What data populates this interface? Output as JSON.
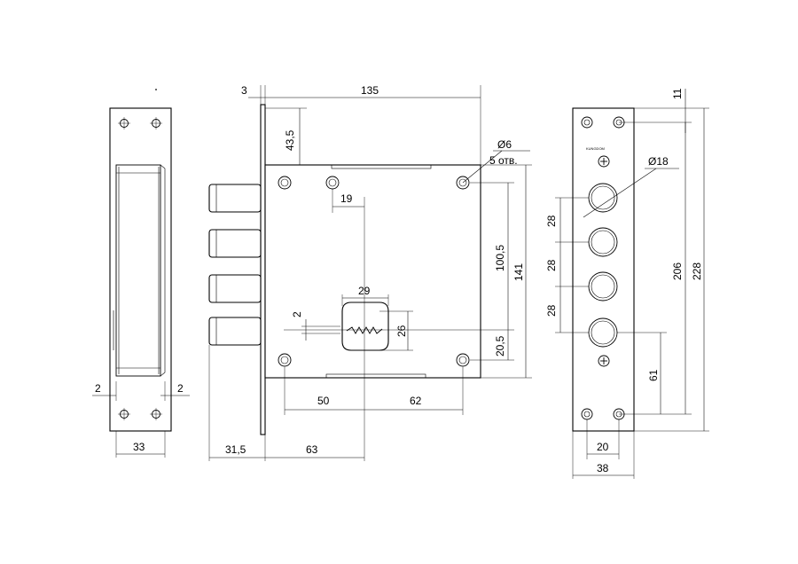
{
  "dimensions": {
    "left_width": "33",
    "left_offset_l": "2",
    "left_offset_r": "2",
    "thickness": "3",
    "body_width": "135",
    "top_to_hole": "43,5",
    "hole_dia": "Ø6",
    "hole_count": "5 отв.",
    "bolt_gap": "19",
    "keyhole_w": "29",
    "keyhole_h": "26",
    "small_offset": "2",
    "hole_span": "100,5",
    "body_height": "141",
    "bottom_hole": "20,5",
    "left_to_axis": "50",
    "axis_to_right": "62",
    "bolt_proj": "31,5",
    "backset": "63",
    "right_top": "11",
    "bolt_hole_dia": "Ø18",
    "bolt_pitch_1": "28",
    "bolt_pitch_2": "28",
    "bolt_pitch_3": "28",
    "strike_inner": "206",
    "strike_length": "228",
    "strike_bottom": "61",
    "strike_hole_span": "20",
    "strike_width": "38"
  },
  "brand_mark": "KUNGDOM"
}
